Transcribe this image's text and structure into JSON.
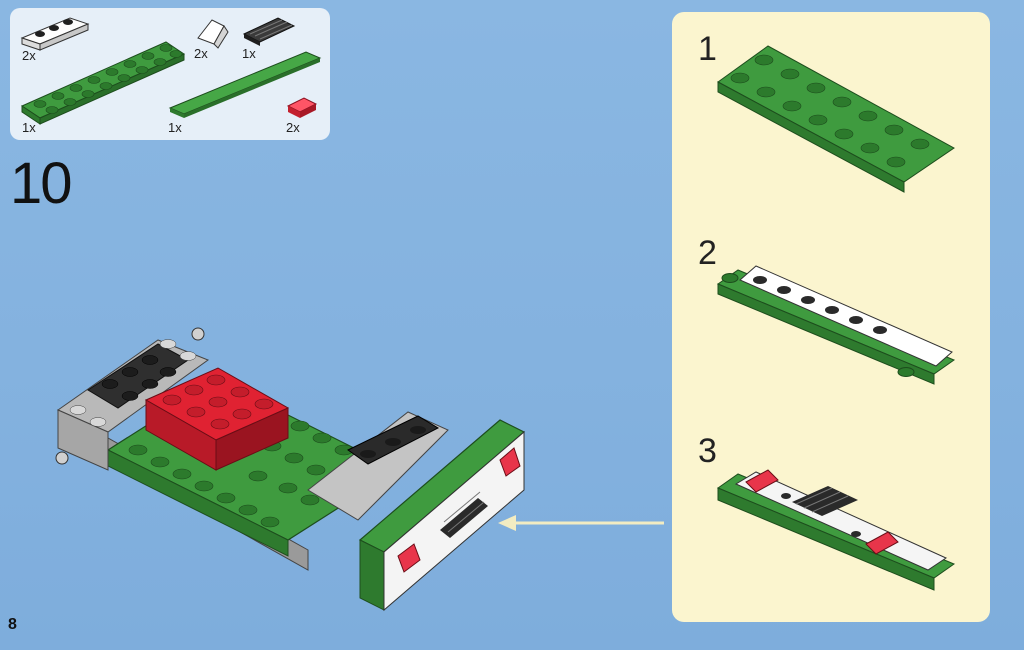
{
  "parts_list": {
    "items": [
      {
        "icon": "white-plate-1x3-icon",
        "qty": "2x"
      },
      {
        "icon": "white-slope-icon",
        "qty": "2x"
      },
      {
        "icon": "black-grille-tile-icon",
        "qty": "1x"
      },
      {
        "icon": "green-plate-2x8-icon",
        "qty": "1x"
      },
      {
        "icon": "green-tile-1x8-icon",
        "qty": "1x"
      },
      {
        "icon": "red-transparent-tile-icon",
        "qty": "2x"
      }
    ]
  },
  "step": {
    "number": "10"
  },
  "sub_assembly": {
    "steps": [
      {
        "number": "1",
        "icon": "green-plate-assembly-icon"
      },
      {
        "number": "2",
        "icon": "plate-with-white-studs-icon"
      },
      {
        "number": "3",
        "icon": "front-bumper-assembly-icon"
      }
    ],
    "arrow": "attach-arrow-icon"
  },
  "page": {
    "number": "8"
  },
  "colors": {
    "background": "#84b2df",
    "panel": "#fbf5cf",
    "parts_box": "#e6eff8",
    "lego_green": "#3f9b3f",
    "lego_red": "#e02232",
    "lego_gray": "#b9b9b9",
    "lego_black": "#2a2a2a"
  }
}
